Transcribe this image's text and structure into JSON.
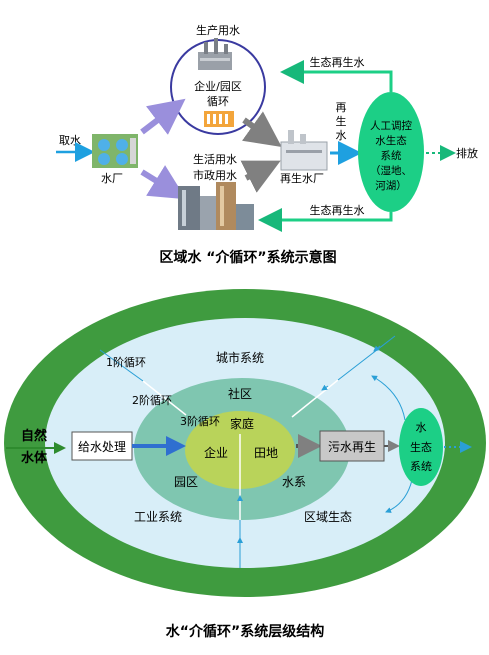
{
  "top": {
    "title": "区域水 “介循环”系统示意图",
    "production_water": "生产用水",
    "enterprise_line1": "企业/园区",
    "enterprise_line2": "循环",
    "intake": "取水",
    "water_plant": "水厂",
    "domestic_line1": "生活用水",
    "domestic_line2": "市政用水",
    "recycled_plant": "再生水厂",
    "recycled_vertical": [
      "再",
      "生",
      "水"
    ],
    "eco_recycled_top": "生态再生水",
    "eco_recycled_bottom": "生态再生水",
    "eco_system_lines": [
      "人工调控",
      "水生态",
      "系统",
      "（湿地、",
      "河湖）"
    ],
    "discharge": "排放"
  },
  "bottom": {
    "title": "水“介循环”系统层级结构",
    "city_system": "城市系统",
    "loop1": "1阶循环",
    "loop2": "2阶循环",
    "loop3": "3阶循环",
    "community": "社区",
    "family": "家庭",
    "enterprise": "企业",
    "farmland": "田地",
    "park": "园区",
    "water_system": "水系",
    "industrial_system": "工业系统",
    "regional_eco": "区域生态",
    "natural_water_line1": "自然",
    "natural_water_line2": "水体",
    "water_supply": "给水处理",
    "sewage_regen": "污水再生",
    "water_eco_lines": [
      "水",
      "生态",
      "系统"
    ]
  },
  "colors": {
    "dark_green": "#3f9b3f",
    "light_blue": "#d8eef8",
    "teal": "#7fc6b0",
    "yellow_green": "#b9d35a",
    "eco_green": "#1ccf86",
    "arrow_blue": "#1ea0e0",
    "arrow_purple": "#9a8fdc",
    "arrow_gray": "#808080",
    "circle_purple": "#3a3aa0"
  }
}
